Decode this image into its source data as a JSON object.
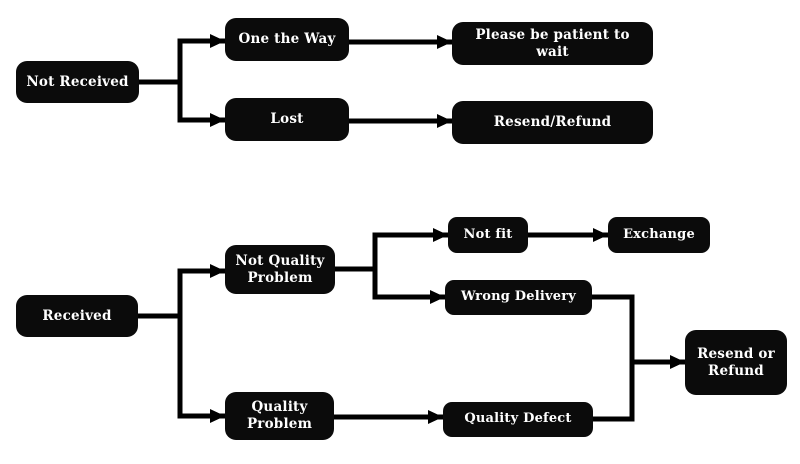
{
  "colors": {
    "background": "#ffffff",
    "node_bg": "#0b0b0b",
    "node_text": "#ffffff",
    "connector": "#000000"
  },
  "nodes": {
    "not_received": {
      "label": "Not Received"
    },
    "one_the_way": {
      "label": "One the Way"
    },
    "please_wait": {
      "label": "Please be patient to wait"
    },
    "lost": {
      "label": "Lost"
    },
    "resend_refund": {
      "label": "Resend/Refund"
    },
    "received": {
      "label": "Received"
    },
    "not_quality_problem": {
      "label": "Not Quality Problem"
    },
    "quality_problem": {
      "label": "Quality Problem"
    },
    "not_fit": {
      "label": "Not fit"
    },
    "exchange": {
      "label": "Exchange"
    },
    "wrong_delivery": {
      "label": "Wrong Delivery"
    },
    "quality_defect": {
      "label": "Quality Defect"
    },
    "resend_or_refund": {
      "label": "Resend or Refund"
    }
  },
  "edges": [
    {
      "from": "not_received",
      "to": "one_the_way"
    },
    {
      "from": "not_received",
      "to": "lost"
    },
    {
      "from": "one_the_way",
      "to": "please_wait"
    },
    {
      "from": "lost",
      "to": "resend_refund"
    },
    {
      "from": "received",
      "to": "not_quality_problem"
    },
    {
      "from": "received",
      "to": "quality_problem"
    },
    {
      "from": "not_quality_problem",
      "to": "not_fit"
    },
    {
      "from": "not_quality_problem",
      "to": "wrong_delivery"
    },
    {
      "from": "not_fit",
      "to": "exchange"
    },
    {
      "from": "wrong_delivery",
      "to": "resend_or_refund"
    },
    {
      "from": "quality_problem",
      "to": "quality_defect"
    },
    {
      "from": "quality_defect",
      "to": "resend_or_refund"
    }
  ]
}
